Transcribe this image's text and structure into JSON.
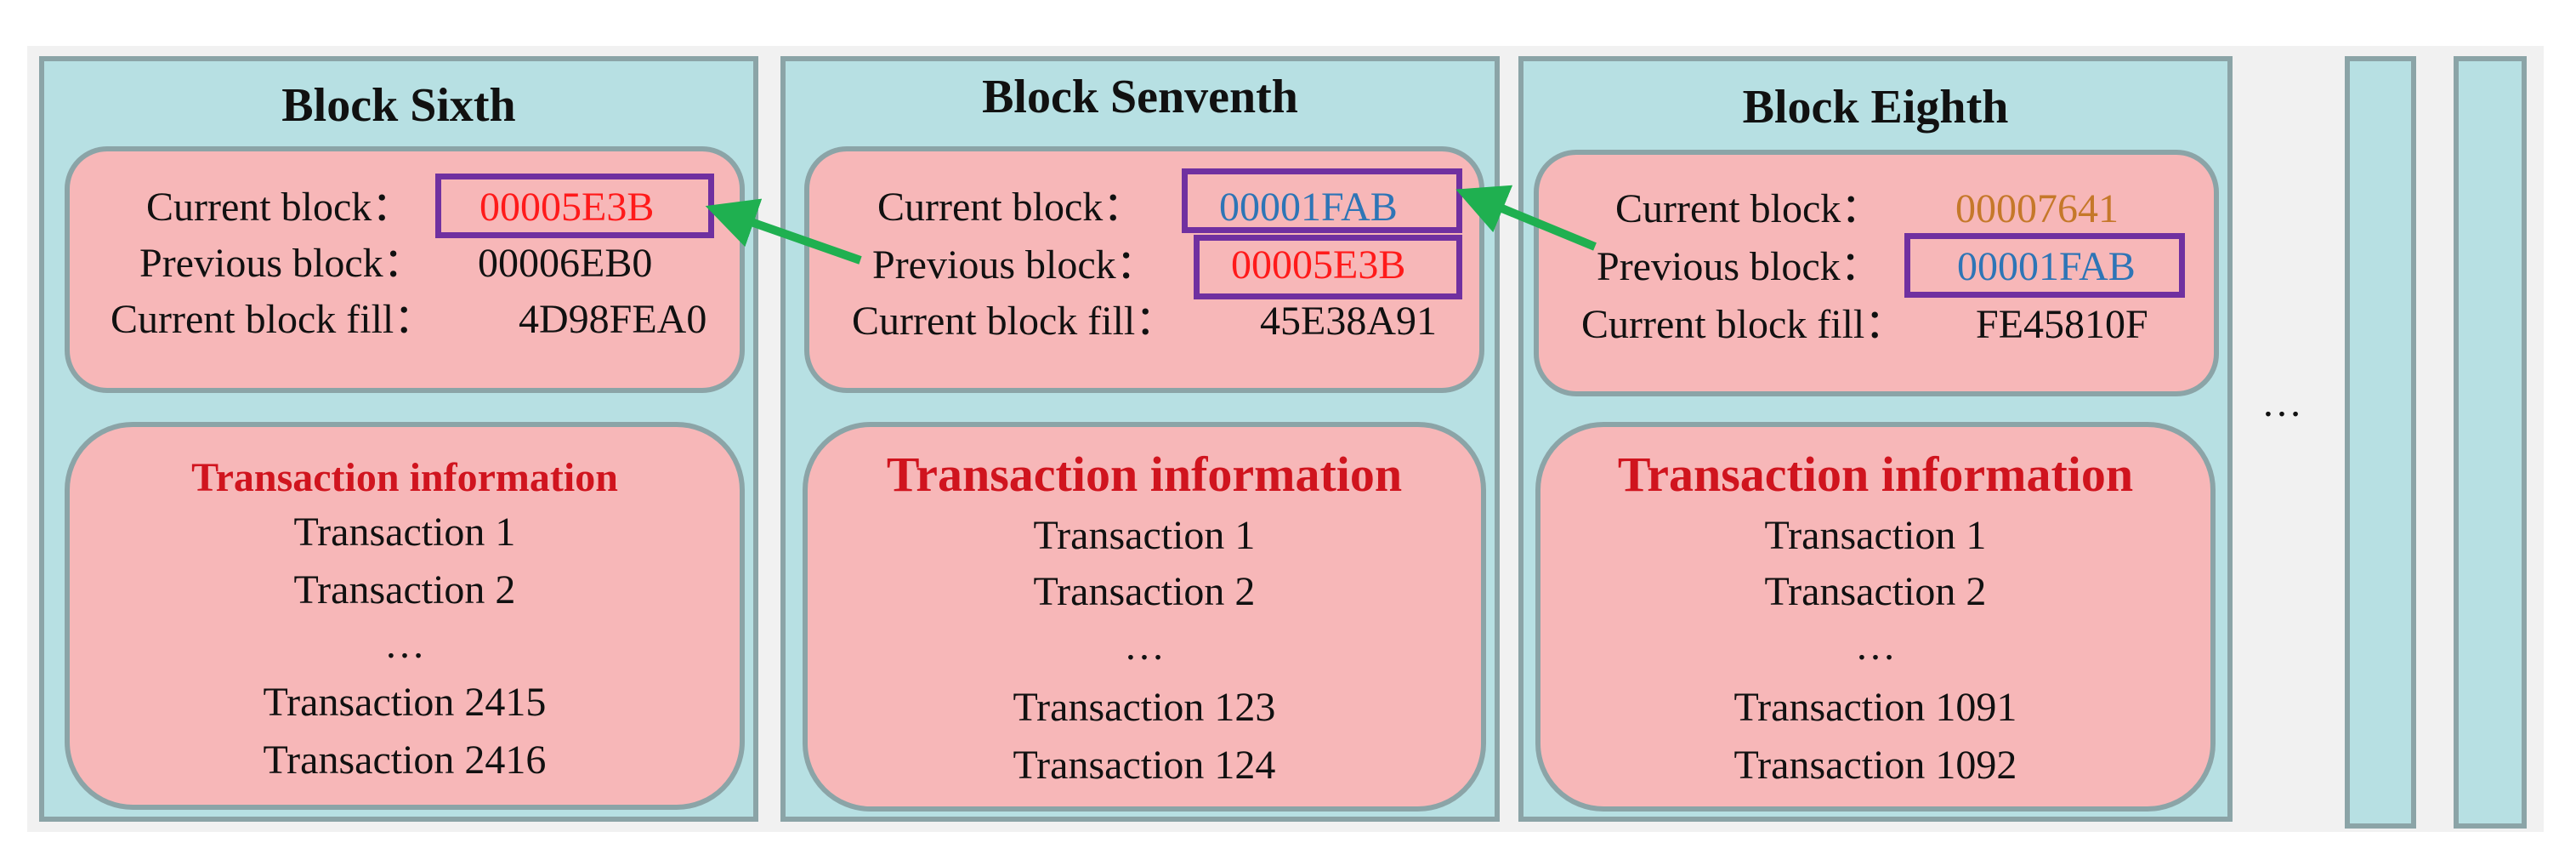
{
  "colors": {
    "block_fill": "#b7e0e3",
    "block_border": "#8ba4a7",
    "box_fill": "#f7b7b8",
    "highlight_border": "#7030a0",
    "arrow": "#1fb050",
    "red_hash": "#ff1a1a",
    "blue_hash": "#2e75b6",
    "orange_hash": "#c5782a",
    "tx_title": "#d0141e"
  },
  "blocks": [
    {
      "title": "Block Sixth",
      "current_label": "Current block：",
      "current_value": "00005E3B",
      "previous_label": "Previous block：",
      "previous_value": "00006EB0",
      "fill_label": "Current block fill：",
      "fill_value": "4D98FEA0",
      "tx_title": "Transaction information",
      "tx_items": [
        "Transaction 1",
        "Transaction 2",
        "…",
        "Transaction 2415",
        "Transaction 2416"
      ]
    },
    {
      "title": "Block Senventh",
      "current_label": "Current block：",
      "current_value": "00001FAB",
      "previous_label": "Previous block：",
      "previous_value": "00005E3B",
      "fill_label": "Current block fill：",
      "fill_value": "45E38A91",
      "tx_title": "Transaction information",
      "tx_items": [
        "Transaction 1",
        "Transaction 2",
        "…",
        "Transaction 123",
        "Transaction 124"
      ]
    },
    {
      "title": "Block Eighth",
      "current_label": "Current block：",
      "current_value": "00007641",
      "previous_label": "Previous block：",
      "previous_value": "00001FAB",
      "fill_label": "Current block fill：",
      "fill_value": "FE45810F",
      "tx_title": "Transaction information",
      "tx_items": [
        "Transaction 1",
        "Transaction 2",
        "…",
        "Transaction 1091",
        "Transaction 1092"
      ]
    }
  ],
  "continuation": "…"
}
